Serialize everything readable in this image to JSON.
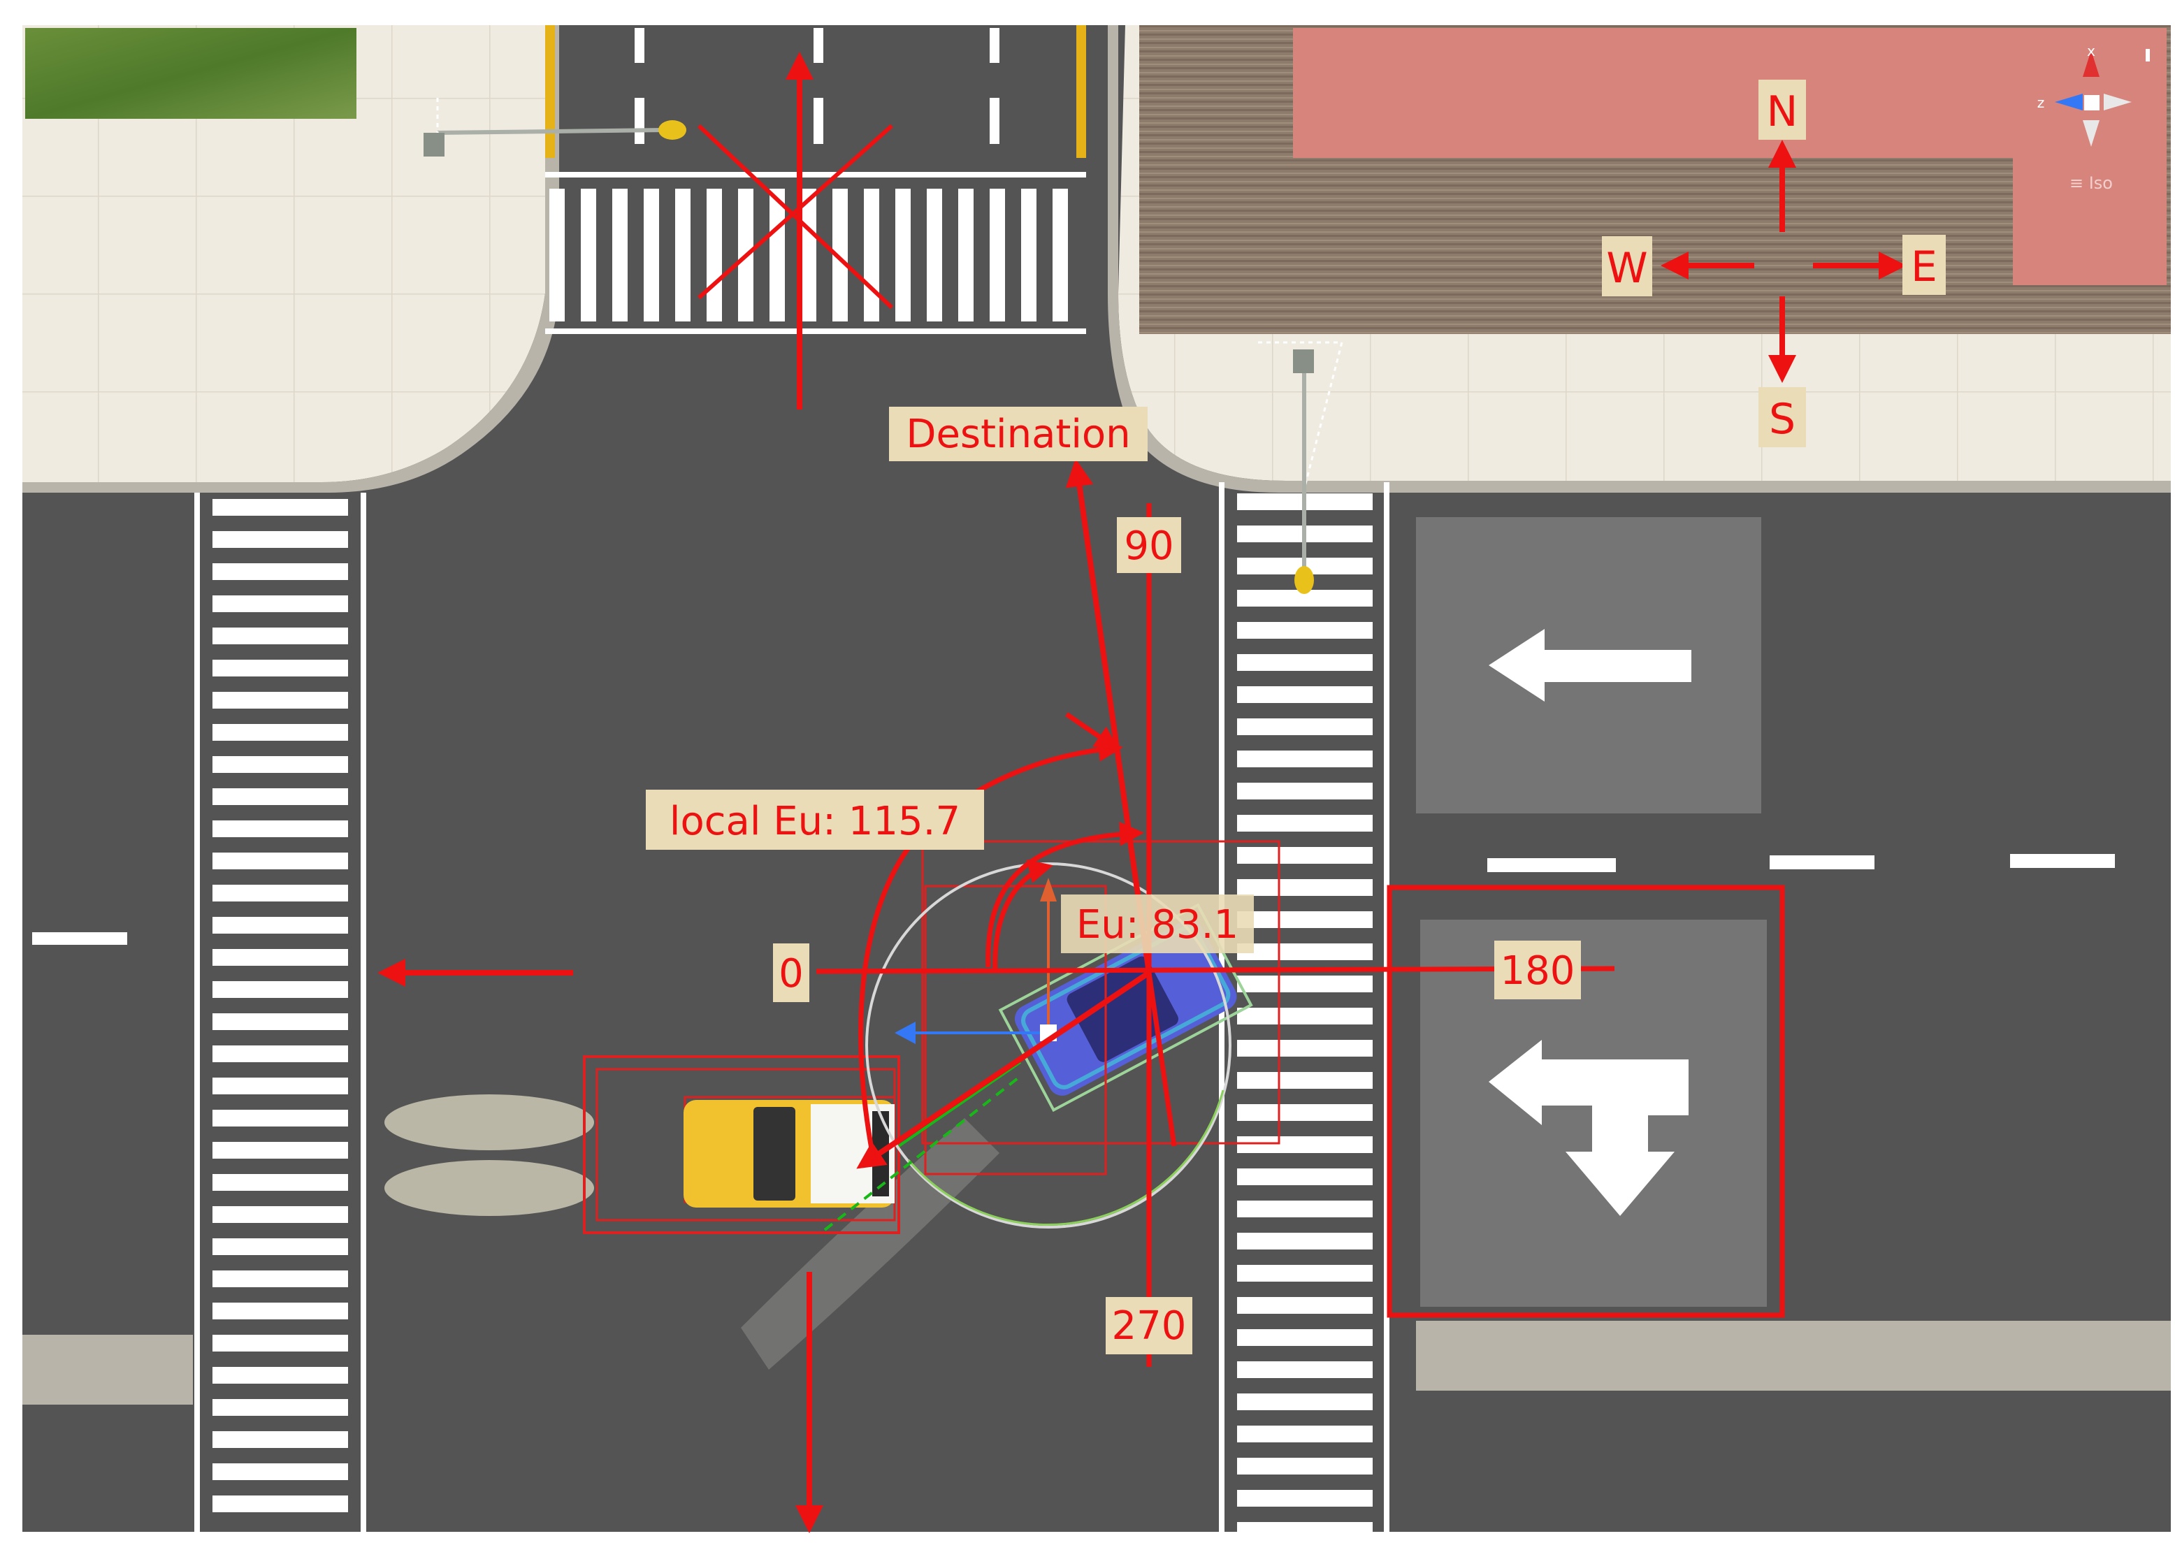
{
  "compass": {
    "north": "N",
    "south": "S",
    "east": "E",
    "west": "W"
  },
  "labels": {
    "destination": "Destination",
    "angle_0": "0",
    "angle_90": "90",
    "angle_180": "180",
    "angle_270": "270",
    "local_eu": "local Eu: 115.7",
    "eu": "Eu: 83.1"
  },
  "gizmo": {
    "axis_x": "x",
    "axis_z": "z",
    "projection": "≡ Iso"
  },
  "colors": {
    "annotation": "#ee1111",
    "label_bg": "#e9dcb6",
    "asphalt": "#545454",
    "sidewalk": "#ece8dc",
    "building_roof": "#d7847c",
    "car_yellow": "#f2c22e",
    "car_blue": "#5560d8"
  }
}
